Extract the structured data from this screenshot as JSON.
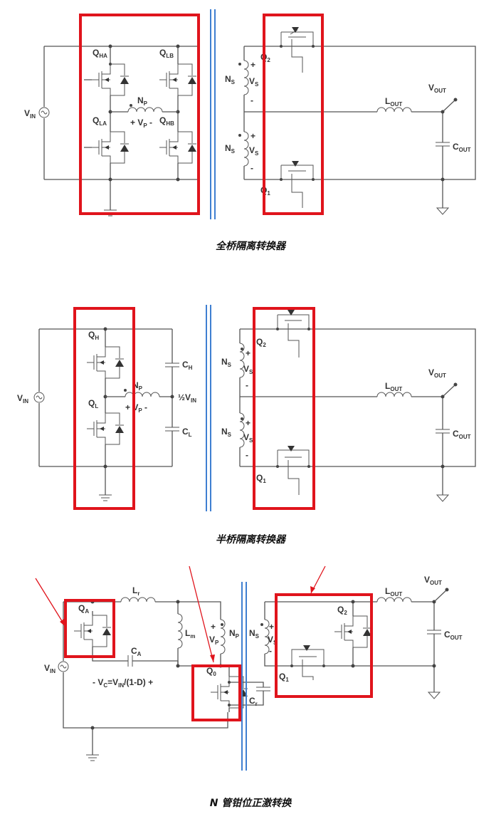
{
  "captions": {
    "full_bridge": "全桥隔离转换器",
    "half_bridge": "半桥隔离转换器",
    "clamp_forward": "N 管钳位正激转换"
  },
  "labels": {
    "vin": [
      "V",
      "IN"
    ],
    "vout": [
      "V",
      "OUT"
    ],
    "lout": [
      "L",
      "OUT"
    ],
    "cout": [
      "C",
      "OUT"
    ],
    "np": [
      "N",
      "P"
    ],
    "ns": [
      "N",
      "S"
    ],
    "vs": [
      "V",
      "S"
    ],
    "vp_full": [
      "+ V",
      "P",
      " -"
    ],
    "q1": [
      "Q",
      "1"
    ],
    "q2": [
      "Q",
      "2"
    ],
    "qha": [
      "Q",
      "HA"
    ],
    "qlb": [
      "Q",
      "LB"
    ],
    "qla": [
      "Q",
      "LA"
    ],
    "qhb": [
      "Q",
      "HB"
    ],
    "qh": [
      "Q",
      "H"
    ],
    "ql": [
      "Q",
      "L"
    ],
    "ch": [
      "C",
      "H"
    ],
    "cl": [
      "C",
      "L"
    ],
    "half_vin": [
      "½V",
      "IN"
    ],
    "qa": [
      "Q",
      "A"
    ],
    "q0": [
      "Q",
      "0"
    ],
    "lr": [
      "L",
      "r"
    ],
    "lm": [
      "L",
      "m"
    ],
    "ca": [
      "C",
      "A"
    ],
    "cr": [
      "C",
      "r"
    ],
    "vp": [
      "V",
      "P"
    ],
    "vc_expr": [
      "-  V",
      "C",
      "=V",
      "IN",
      "/(1-D)  +"
    ],
    "plus": "+",
    "minus": "-"
  },
  "colors": {
    "wire": "#555555",
    "highlight": "#e0141c",
    "transformer_core": "#3f7fd1"
  }
}
